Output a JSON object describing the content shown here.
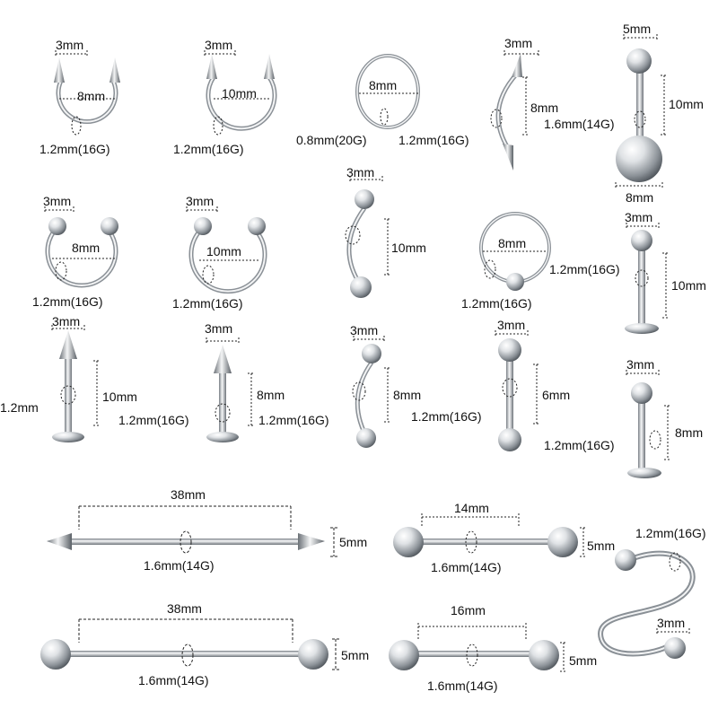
{
  "colors": {
    "metal_light": "#f4f5f6",
    "metal_mid": "#b9bec3",
    "metal_dark": "#5f656b",
    "dim_line": "#222222",
    "background": "#ffffff"
  },
  "items": [
    {
      "name": "spike-horseshoe-8mm",
      "labels": [
        "3mm",
        "8mm",
        "1.2mm(16G)"
      ]
    },
    {
      "name": "spike-horseshoe-10mm",
      "labels": [
        "3mm",
        "10mm",
        "1.2mm(16G)"
      ]
    },
    {
      "name": "seamless-ring-8mm",
      "labels": [
        "8mm",
        "0.8mm(20G)"
      ]
    },
    {
      "name": "spike-curved-barbell-8mm",
      "labels": [
        "3mm",
        "8mm",
        "1.2mm(16G)"
      ]
    },
    {
      "name": "belly-button-ring-10mm",
      "labels": [
        "5mm",
        "10mm",
        "1.6mm(14G)",
        "8mm"
      ]
    },
    {
      "name": "ball-horseshoe-8mm",
      "labels": [
        "3mm",
        "8mm",
        "1.2mm(16G)"
      ]
    },
    {
      "name": "ball-horseshoe-10mm",
      "labels": [
        "3mm",
        "10mm",
        "1.2mm(16G)"
      ]
    },
    {
      "name": "ball-curved-barbell-10mm",
      "labels": [
        "3mm",
        "10mm"
      ]
    },
    {
      "name": "captive-bead-ring-8mm",
      "labels": [
        "8mm",
        "1.2mm(16G)"
      ]
    },
    {
      "name": "ball-labret-10mm",
      "labels": [
        "3mm",
        "1.2mm(16G)",
        "10mm"
      ]
    },
    {
      "name": "spike-labret-10mm",
      "labels": [
        "3mm",
        "1.2mm",
        "10mm"
      ]
    },
    {
      "name": "spike-labret-8mm",
      "labels": [
        "3mm",
        "1.2mm(16G)",
        "8mm"
      ]
    },
    {
      "name": "ball-curved-barbell-8mm",
      "labels": [
        "3mm",
        "8mm",
        "1.2mm(16G)"
      ]
    },
    {
      "name": "straight-barbell-6mm",
      "labels": [
        "3mm",
        "1.2mm(16G)",
        "6mm"
      ]
    },
    {
      "name": "ball-labret-8mm",
      "labels": [
        "3mm",
        "1.2mm(16G)",
        "8mm"
      ]
    },
    {
      "name": "spike-industrial-barbell-38mm",
      "labels": [
        "38mm",
        "1.6mm(14G)",
        "5mm"
      ]
    },
    {
      "name": "ball-barbell-14mm",
      "labels": [
        "14mm",
        "1.6mm(14G)",
        "5mm"
      ]
    },
    {
      "name": "twist-spiral",
      "labels": [
        "1.2mm(16G)",
        "3mm"
      ]
    },
    {
      "name": "ball-industrial-barbell-38mm",
      "labels": [
        "38mm",
        "1.6mm(14G)",
        "5mm"
      ]
    },
    {
      "name": "ball-barbell-16mm",
      "labels": [
        "16mm",
        "1.6mm(14G)",
        "5mm"
      ]
    }
  ]
}
